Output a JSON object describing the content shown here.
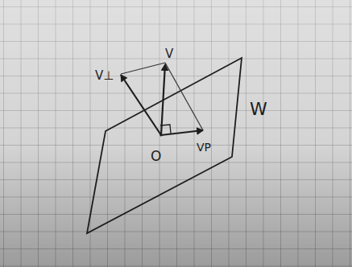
{
  "diagram": {
    "labels": [
      "V⊥",
      "V",
      "VP",
      "O",
      "W"
    ]
  }
}
